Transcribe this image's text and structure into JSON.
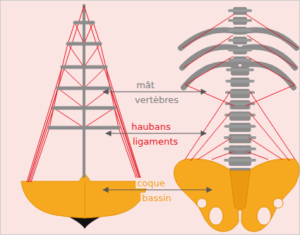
{
  "diagram": {
    "labels": [
      "mât",
      "vertèbres",
      "haubans",
      "ligaments",
      "coque",
      "bassin"
    ]
  }
}
